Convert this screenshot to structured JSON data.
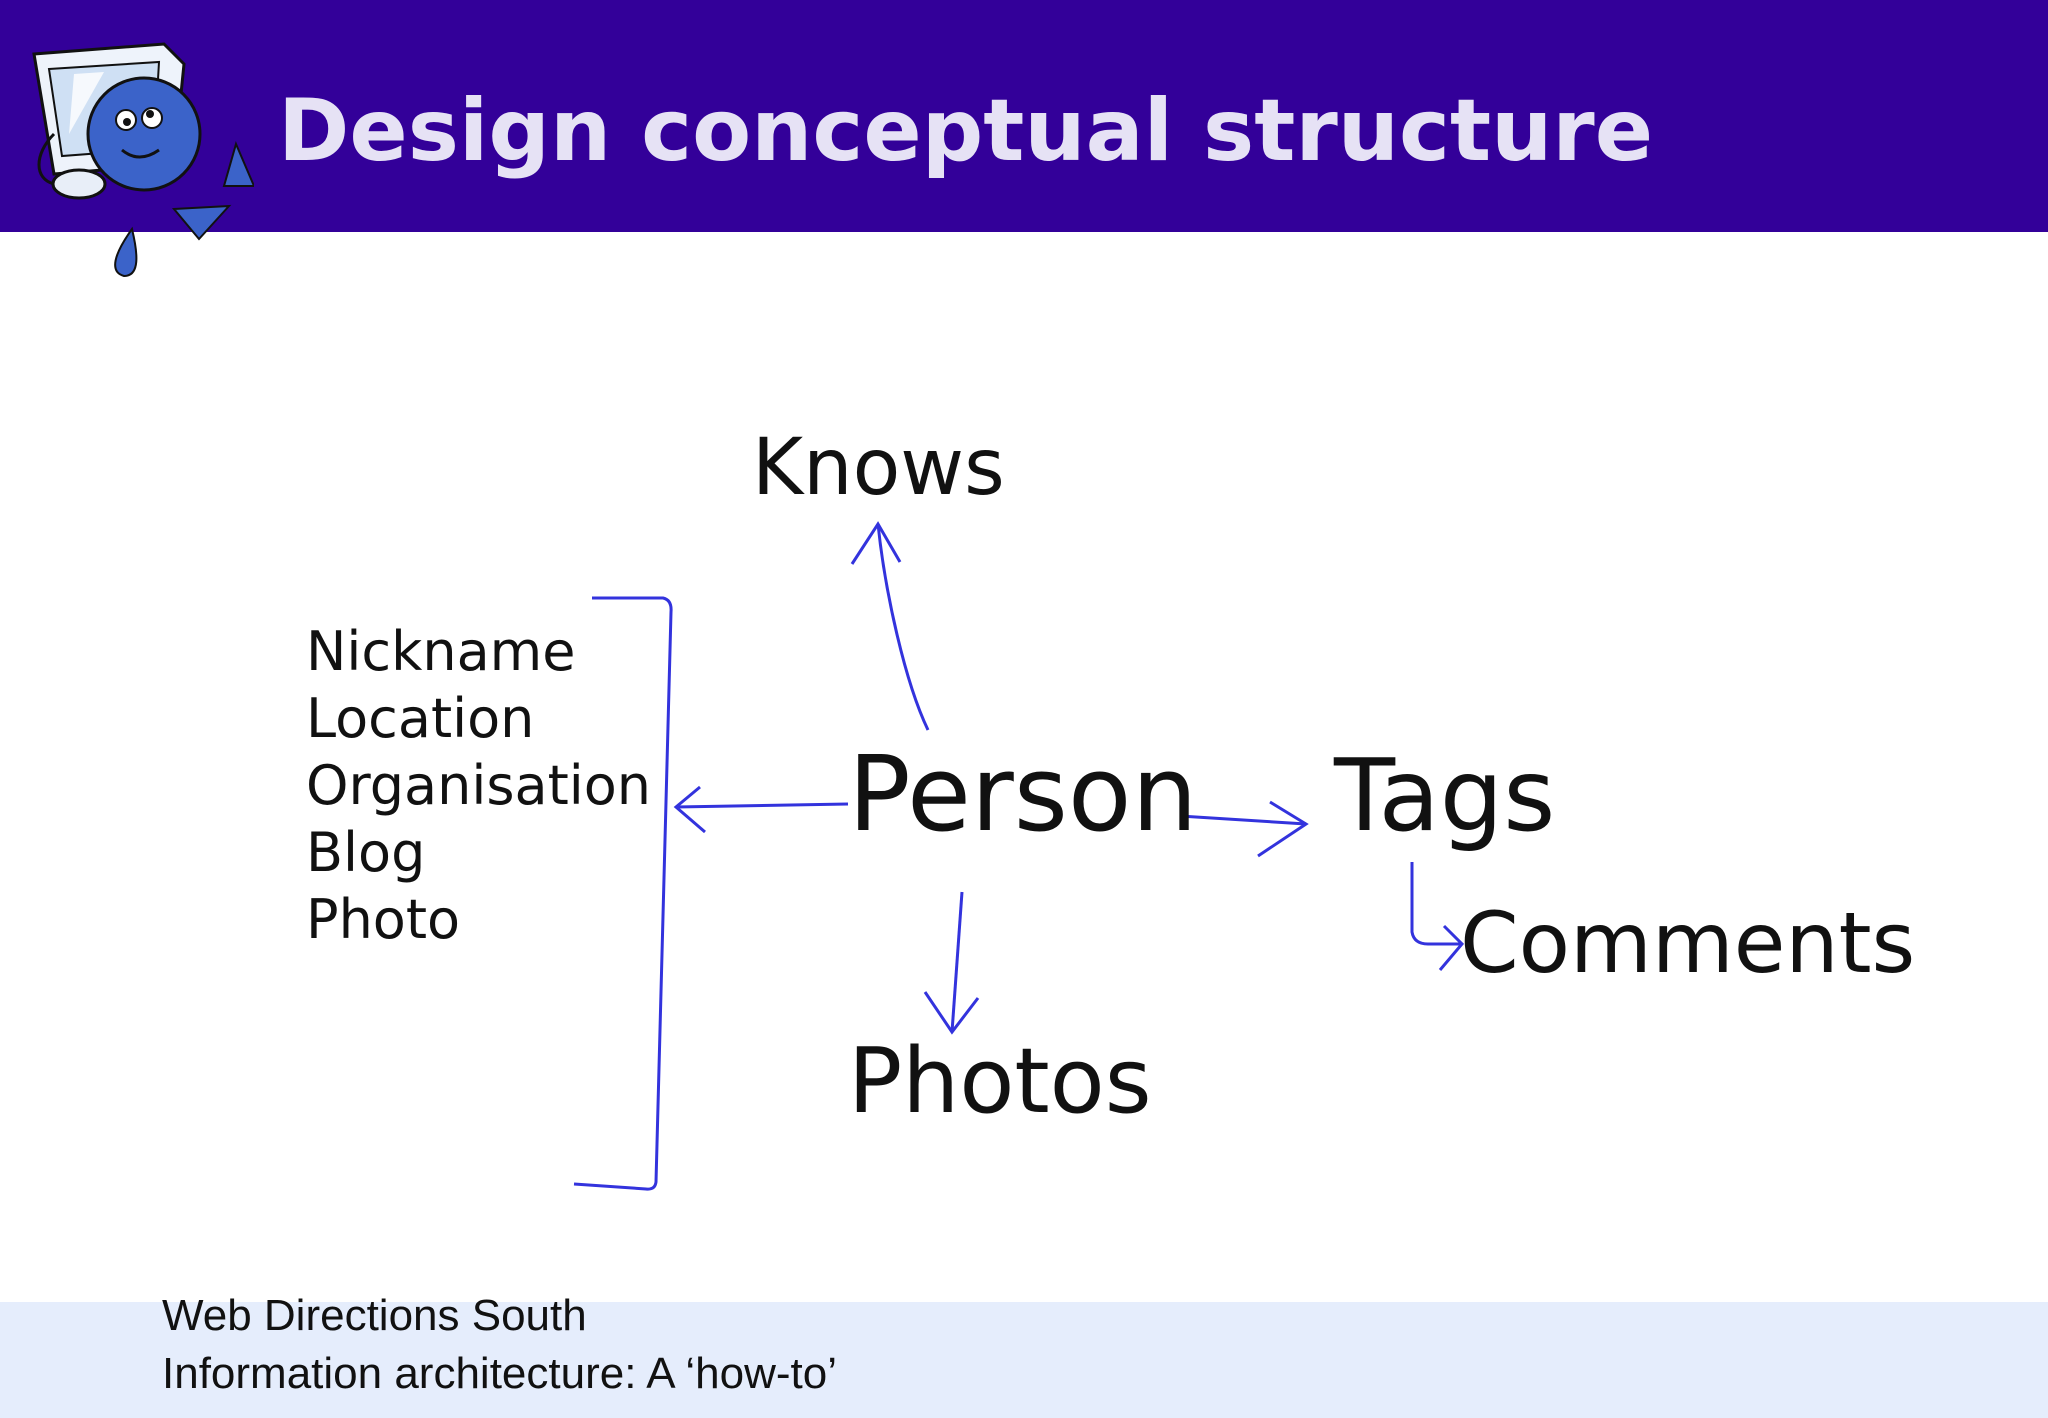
{
  "slide": {
    "title": "Design conceptual structure"
  },
  "mascot": {
    "icon": "computer-mascot-icon"
  },
  "diagram": {
    "center": "Person",
    "up": "Knows",
    "down": "Photos",
    "right": "Tags",
    "right_child": "Comments",
    "attributes": [
      "Nickname",
      "Location",
      "Organisation",
      "Blog",
      "Photo"
    ]
  },
  "footer": {
    "line1": "Web Directions South",
    "line2": "Information architecture: A ‘how-to’"
  },
  "colors": {
    "header_bg": "#330099",
    "title_text": "#e6e2f5",
    "arrow": "#3333dd",
    "footer_bg": "#e5edfc"
  }
}
